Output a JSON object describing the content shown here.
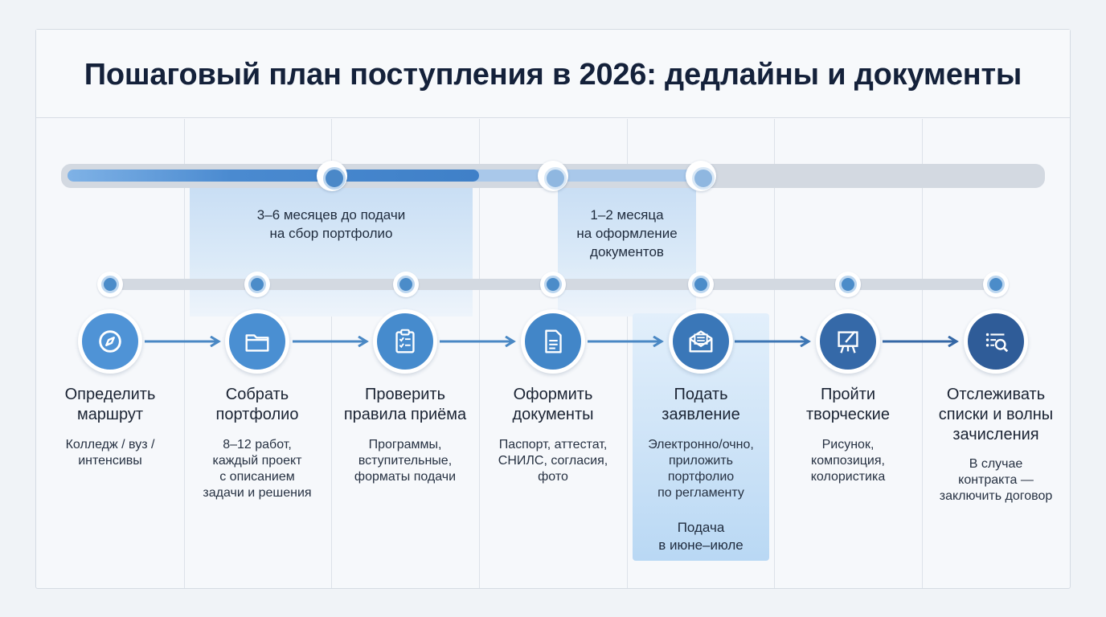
{
  "title": "Пошаговый план поступления в 2026: дедлайны и документы",
  "periods": [
    {
      "label_line1": "3–6 месяцев до подачи",
      "label_line2": "на сбор портфолио"
    },
    {
      "label_line1": "1–2 месяца",
      "label_line2": "на оформление",
      "label_line3": "документов"
    }
  ],
  "steps": [
    {
      "icon": "compass-icon",
      "title_line1": "Определить",
      "title_line2": "маршрут",
      "desc_line1": "Колледж / вуз /",
      "desc_line2": "интенсивы"
    },
    {
      "icon": "folder-icon",
      "title_line1": "Собрать",
      "title_line2": "портфолио",
      "desc_line1": "8–12 работ,",
      "desc_line2": "каждый проект",
      "desc_line3": "с описанием",
      "desc_line4": "задачи и решения"
    },
    {
      "icon": "clipboard-checklist-icon",
      "title_line1": "Проверить",
      "title_line2": "правила приёма",
      "desc_line1": "Программы,",
      "desc_line2": "вступительные,",
      "desc_line3": "форматы подачи"
    },
    {
      "icon": "document-icon",
      "title_line1": "Оформить",
      "title_line2": "документы",
      "desc_line1": "Паспорт, аттестат,",
      "desc_line2": "СНИЛС, согласия,",
      "desc_line3": "фото"
    },
    {
      "icon": "envelope-icon",
      "title_line1": "Подать",
      "title_line2": "заявление",
      "desc_line1": "Электронно/очно,",
      "desc_line2": "приложить",
      "desc_line3": "портфолио",
      "desc_line4": "по регламенту",
      "note_line1": "Подача",
      "note_line2": "в июне–июле"
    },
    {
      "icon": "easel-brush-icon",
      "title_line1": "Пройти",
      "title_line2": "творческие",
      "desc_line1": "Рисунок,",
      "desc_line2": "композиция,",
      "desc_line3": "колористика"
    },
    {
      "icon": "list-search-icon",
      "title_line1": "Отслеживать",
      "title_line2": "списки и волны",
      "title_line3": "зачисления",
      "desc_line1": "В случае",
      "desc_line2": "контракта —",
      "desc_line3": "заключить договор"
    }
  ],
  "colors": {
    "step_circles": [
      "#4f93d6",
      "#4a8fd2",
      "#468bcd",
      "#4286c8",
      "#3a77b8",
      "#3569a8",
      "#2f5c98"
    ],
    "arrow": "#4a88c4",
    "track_bg": "#d3d9e1",
    "title": "#14213a"
  }
}
